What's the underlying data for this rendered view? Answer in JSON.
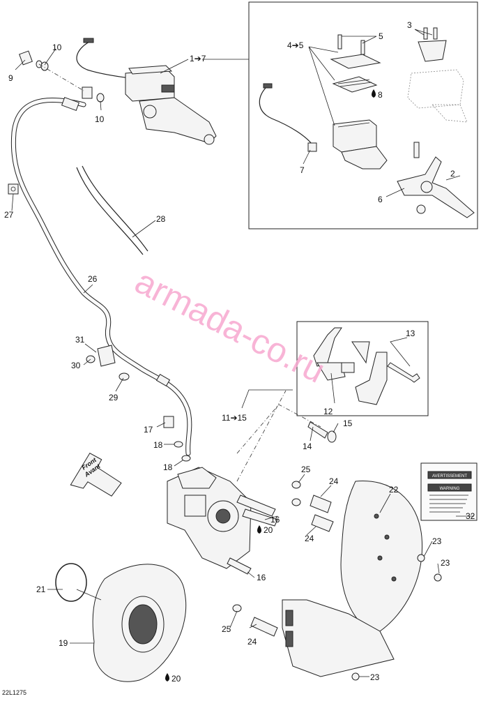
{
  "figure_code": "22L1275",
  "watermark": "armada-co.ru",
  "front_arrow": {
    "line1": "Front",
    "line2": "Avant"
  },
  "warning_label": {
    "heading_fr": "AVERTISSEMENT",
    "heading_en": "WARNING"
  },
  "callouts": [
    {
      "id": "c9",
      "text": "9"
    },
    {
      "id": "c10a",
      "text": "10"
    },
    {
      "id": "c10b",
      "text": "10"
    },
    {
      "id": "c1",
      "text": "1➔7"
    },
    {
      "id": "c27",
      "text": "27"
    },
    {
      "id": "c28",
      "text": "28"
    },
    {
      "id": "c26",
      "text": "26"
    },
    {
      "id": "c31",
      "text": "31"
    },
    {
      "id": "c30",
      "text": "30"
    },
    {
      "id": "c29",
      "text": "29"
    },
    {
      "id": "c17",
      "text": "17"
    },
    {
      "id": "c18a",
      "text": "18"
    },
    {
      "id": "c18b",
      "text": "18"
    },
    {
      "id": "c11",
      "text": "11➔15"
    },
    {
      "id": "c14",
      "text": "14"
    },
    {
      "id": "c15",
      "text": "15"
    },
    {
      "id": "c12",
      "text": "12"
    },
    {
      "id": "c13",
      "text": "13"
    },
    {
      "id": "c4",
      "text": "4➔5"
    },
    {
      "id": "c5",
      "text": "5"
    },
    {
      "id": "c3",
      "text": "3"
    },
    {
      "id": "c8",
      "text": "8"
    },
    {
      "id": "c7",
      "text": "7"
    },
    {
      "id": "c2",
      "text": "2"
    },
    {
      "id": "c6",
      "text": "6"
    },
    {
      "id": "c25a",
      "text": "25"
    },
    {
      "id": "c24a",
      "text": "24"
    },
    {
      "id": "c24b",
      "text": "24"
    },
    {
      "id": "c16a",
      "text": "16"
    },
    {
      "id": "c16b",
      "text": "16"
    },
    {
      "id": "c20a",
      "text": "20"
    },
    {
      "id": "c22",
      "text": "22"
    },
    {
      "id": "c32",
      "text": "32"
    },
    {
      "id": "c23a",
      "text": "23"
    },
    {
      "id": "c23b",
      "text": "23"
    },
    {
      "id": "c23c",
      "text": "23"
    },
    {
      "id": "c21",
      "text": "21"
    },
    {
      "id": "c19",
      "text": "19"
    },
    {
      "id": "c25b",
      "text": "25"
    },
    {
      "id": "c24c",
      "text": "24"
    },
    {
      "id": "c20b",
      "text": "20"
    }
  ]
}
